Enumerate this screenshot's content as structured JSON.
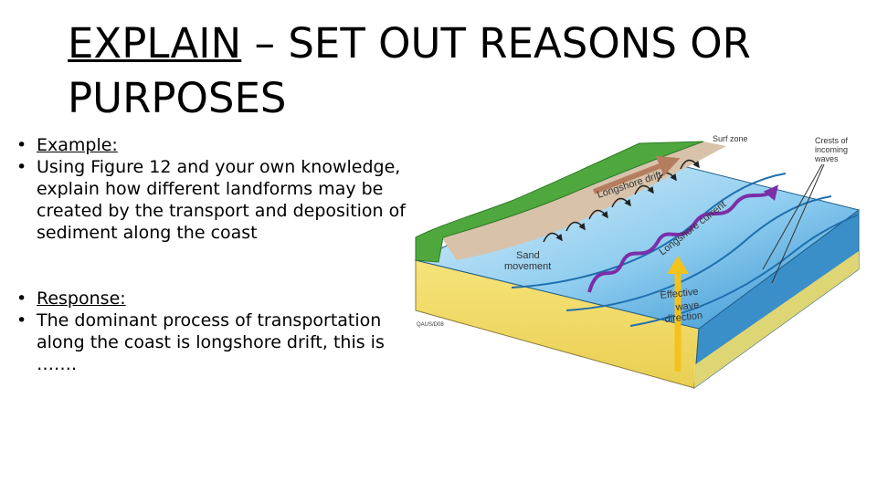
{
  "slide": {
    "title_strong": "EXPLAIN",
    "title_rest": " – SET OUT REASONS OR PURPOSES",
    "example_label": "Example:",
    "example_text": "Using Figure 12 and your own knowledge, explain how different landforms may be created by the transport and deposition of sediment along the coast",
    "response_label": "Response:",
    "response_text": "The dominant process of transportation along the coast is longshore drift, this is ……."
  },
  "figure": {
    "surf_zone": "Surf zone",
    "crests_line1": "Crests of",
    "crests_line2": "incoming",
    "crests_line3": "waves",
    "longshore_drift": "Longshore drift",
    "longshore_current": "Longshore current",
    "sand_line1": "Sand",
    "sand_line2": "movement",
    "effective_line1": "Effective",
    "effective_line2": "wave",
    "effective_line3": "direction",
    "credit": "QAUS/D08",
    "colors": {
      "sea_light": "#cfe9f7",
      "sea_deep": "#2f8fd0",
      "sand": "#f1dd6b",
      "beach": "#d8c2aa",
      "grass": "#4fa83d",
      "current": "#7b2ea8",
      "wave_arrow": "#f4c21c"
    }
  }
}
